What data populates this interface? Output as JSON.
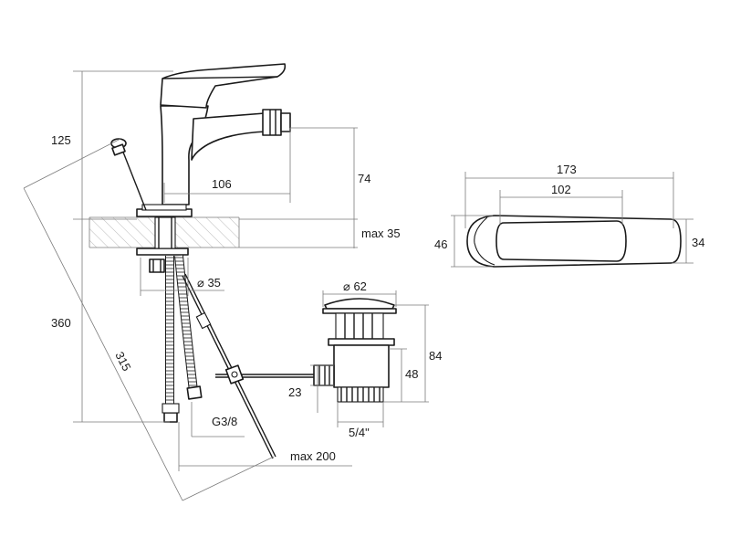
{
  "dimensions": {
    "d125": "125",
    "d360": "360",
    "d315": "315",
    "d106": "106",
    "d74": "74",
    "max35": "max 35",
    "dia35": "⌀ 35",
    "dia62": "⌀ 62",
    "d84": "84",
    "d48": "48",
    "d23": "23",
    "thread_waste": "5/4\"",
    "thread_hose": "G3/8",
    "max200": "max 200",
    "d173": "173",
    "d102": "102",
    "d46": "46",
    "d34": "34"
  },
  "colors": {
    "outline": "#1a1a1a",
    "dimension_line": "#7a7a7a",
    "hatch": "#9a9a9a"
  }
}
